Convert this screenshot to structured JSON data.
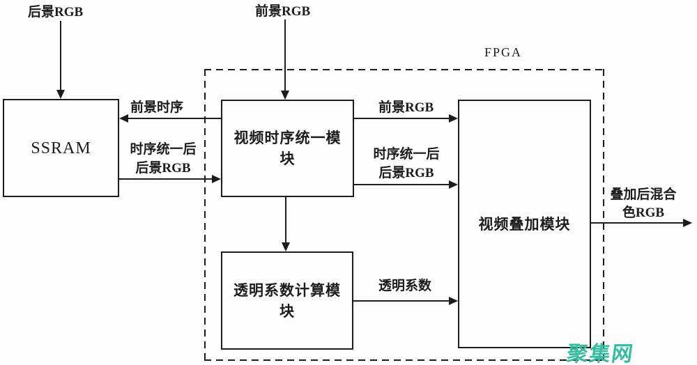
{
  "diagram": {
    "region_label": "FPGA",
    "nodes": {
      "ssram": "SSRAM",
      "timing_module": "视频时序统一模块",
      "alpha_module": "透明系数计算模块",
      "overlay_module": "视频叠加模块"
    },
    "edge_labels": {
      "bg_rgb_input": "后景RGB",
      "fg_rgb_input": "前景RGB",
      "fg_timing": "前景时序",
      "timing_unified_left_line1": "时序统一后",
      "timing_unified_left_line2": "后景RGB",
      "fg_rgb_mid": "前景RGB",
      "timing_unified_right_line1": "时序统一后",
      "timing_unified_right_line2": "后景RGB",
      "alpha_coeff": "透明系数",
      "output_line1": "叠加后混合",
      "output_line2": "色RGB"
    },
    "watermark": "聚集网",
    "colors": {
      "line": "#1c1c1c",
      "watermark": "#35bd9e",
      "background": "#fdfdfd"
    }
  }
}
